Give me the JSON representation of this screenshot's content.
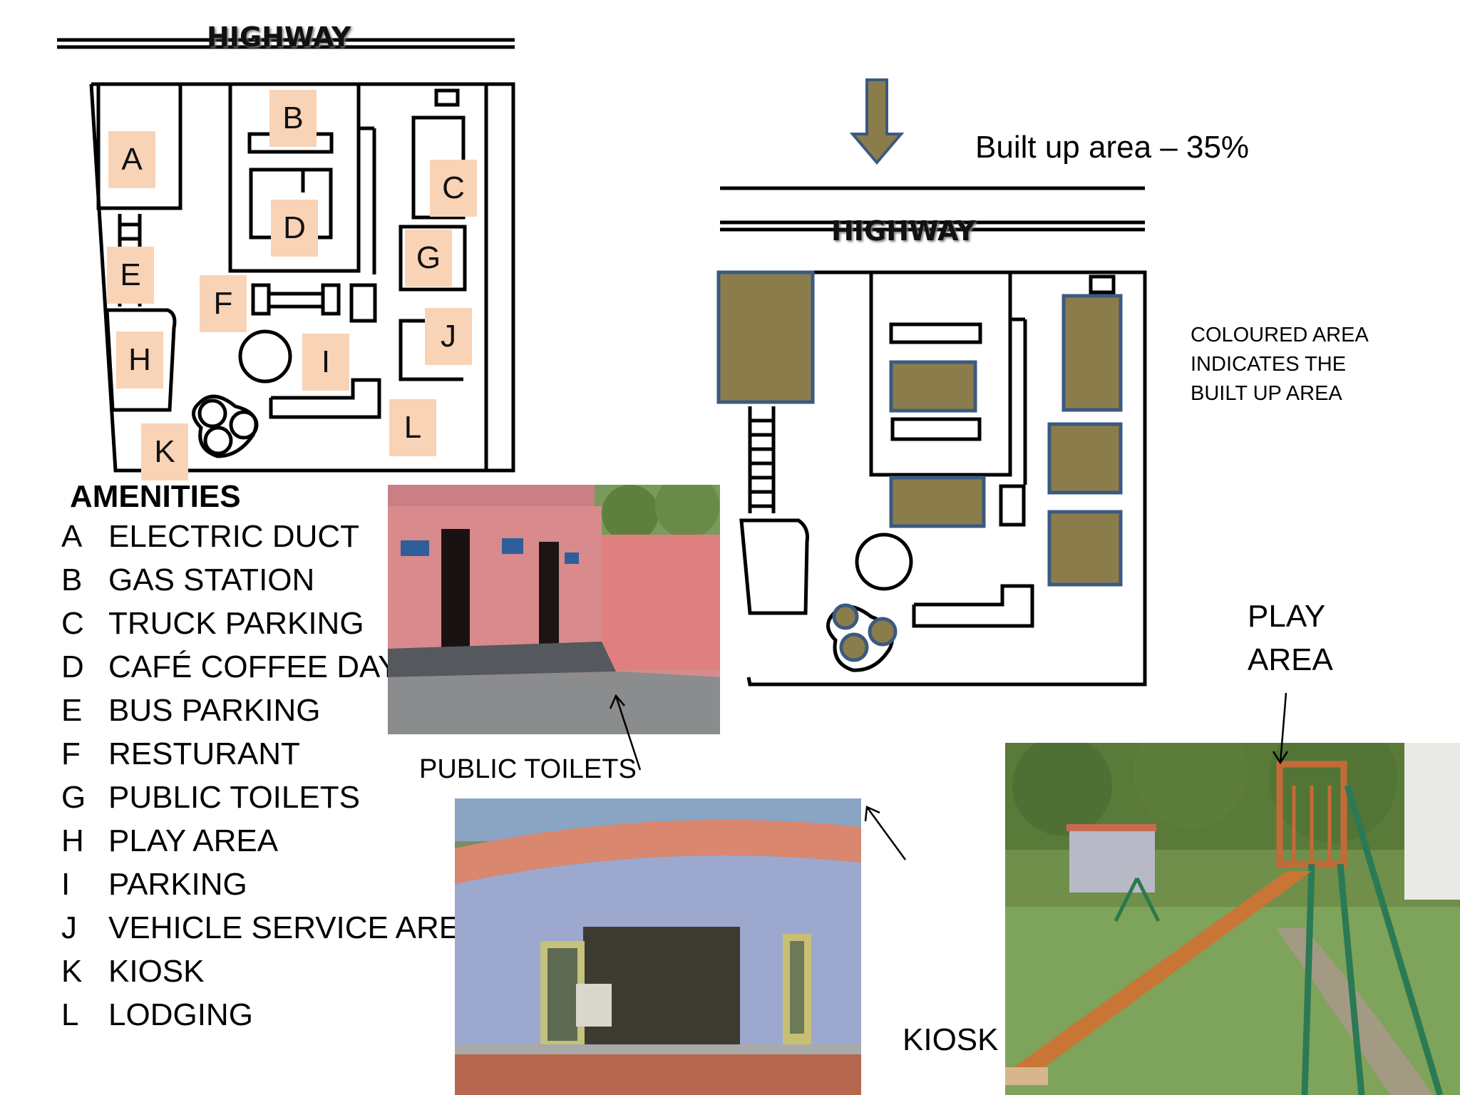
{
  "left_plan": {
    "highway_label": "HIGHWAY",
    "zones": [
      "A",
      "B",
      "C",
      "D",
      "E",
      "F",
      "G",
      "H",
      "I",
      "J",
      "K",
      "L"
    ]
  },
  "right_plan": {
    "highway_label": "HIGHWAY",
    "built_up_text": "Built up area – 35%",
    "built_up_color": "#8b7d4b",
    "note_lines": [
      "COLOURED AREA",
      "INDICATES THE",
      "BUILT UP AREA"
    ]
  },
  "amenities": {
    "title": "AMENITIES",
    "items": [
      {
        "key": "A",
        "label": "ELECTRIC DUCT"
      },
      {
        "key": "B",
        "label": "GAS STATION"
      },
      {
        "key": "C",
        "label": "TRUCK PARKING"
      },
      {
        "key": "D",
        "label": "CAFÉ COFFEE DAY"
      },
      {
        "key": "E",
        "label": "BUS PARKING"
      },
      {
        "key": "F",
        "label": "RESTURANT"
      },
      {
        "key": "G",
        "label": "PUBLIC TOILETS"
      },
      {
        "key": "H",
        "label": "PLAY AREA"
      },
      {
        "key": "I",
        "label": "PARKING"
      },
      {
        "key": "J",
        "label": "VEHICLE SERVICE AREA"
      },
      {
        "key": "K",
        "label": "KIOSK"
      },
      {
        "key": "L",
        "label": "LODGING"
      }
    ]
  },
  "photos": {
    "toilets_caption": "PUBLIC TOILETS",
    "kiosk_caption": "KIOSK",
    "play_caption_lines": [
      "PLAY",
      "AREA"
    ]
  },
  "colors": {
    "tag_fill": "#f9d3b6",
    "arrow_fill": "#8b7d4b",
    "arrow_stroke": "#3b5a80"
  }
}
